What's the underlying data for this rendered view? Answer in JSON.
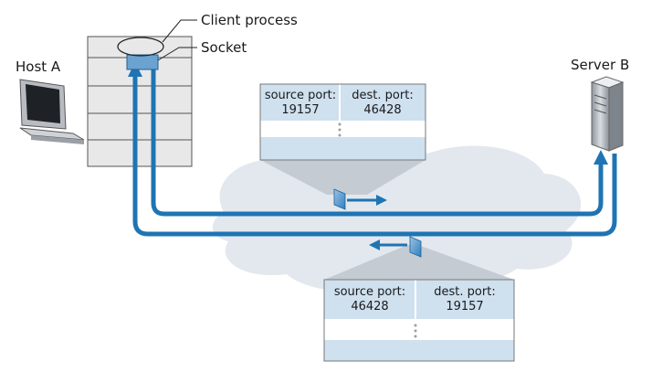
{
  "labels": {
    "client_process": "Client process",
    "socket": "Socket",
    "host_a": "Host A",
    "server_b": "Server B"
  },
  "segment_outbound": {
    "source_label": "source port:",
    "source_value": "19157",
    "dest_label": "dest. port:",
    "dest_value": "46428"
  },
  "segment_return": {
    "source_label": "source port:",
    "source_value": "46428",
    "dest_label": "dest. port:",
    "dest_value": "19157"
  },
  "colors": {
    "path": "#1f74b3",
    "segment_fill": "#cfe0ef",
    "cloud": "#e3e8ee",
    "shadow": "#c5cbd2",
    "socket": "#6aa2d0"
  }
}
